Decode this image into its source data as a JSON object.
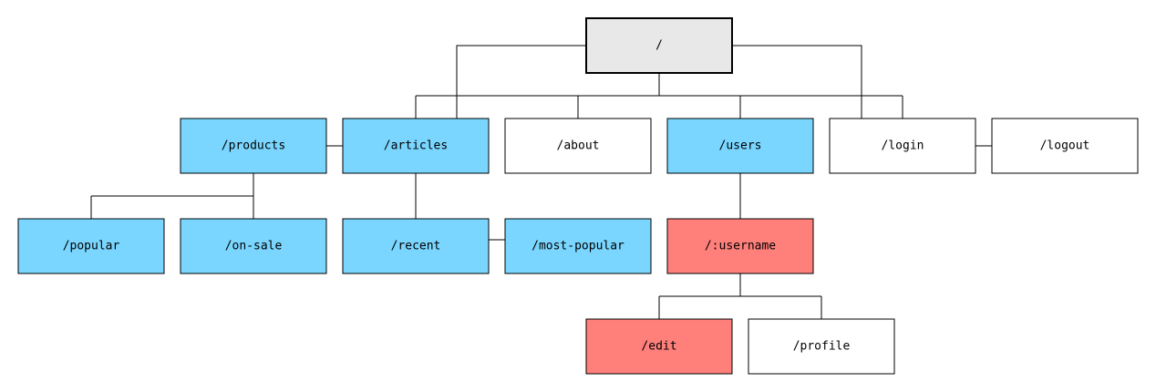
{
  "colors": {
    "root": "#e8e8e8",
    "highlight": "#7ad6ff",
    "active": "#ff7f7b",
    "plain": "#ffffff"
  },
  "nodes": {
    "root": {
      "label": "/",
      "style": "root"
    },
    "products": {
      "label": "/products",
      "style": "highlight"
    },
    "articles": {
      "label": "/articles",
      "style": "highlight"
    },
    "about": {
      "label": "/about",
      "style": "plain"
    },
    "users": {
      "label": "/users",
      "style": "highlight"
    },
    "login": {
      "label": "/login",
      "style": "plain"
    },
    "logout": {
      "label": "/logout",
      "style": "plain"
    },
    "popular": {
      "label": "/popular",
      "style": "highlight"
    },
    "on_sale": {
      "label": "/on-sale",
      "style": "highlight"
    },
    "recent": {
      "label": "/recent",
      "style": "highlight"
    },
    "most_popular": {
      "label": "/most-popular",
      "style": "highlight"
    },
    "username": {
      "label": "/:username",
      "style": "active"
    },
    "edit": {
      "label": "/edit",
      "style": "active"
    },
    "profile": {
      "label": "/profile",
      "style": "plain"
    }
  }
}
